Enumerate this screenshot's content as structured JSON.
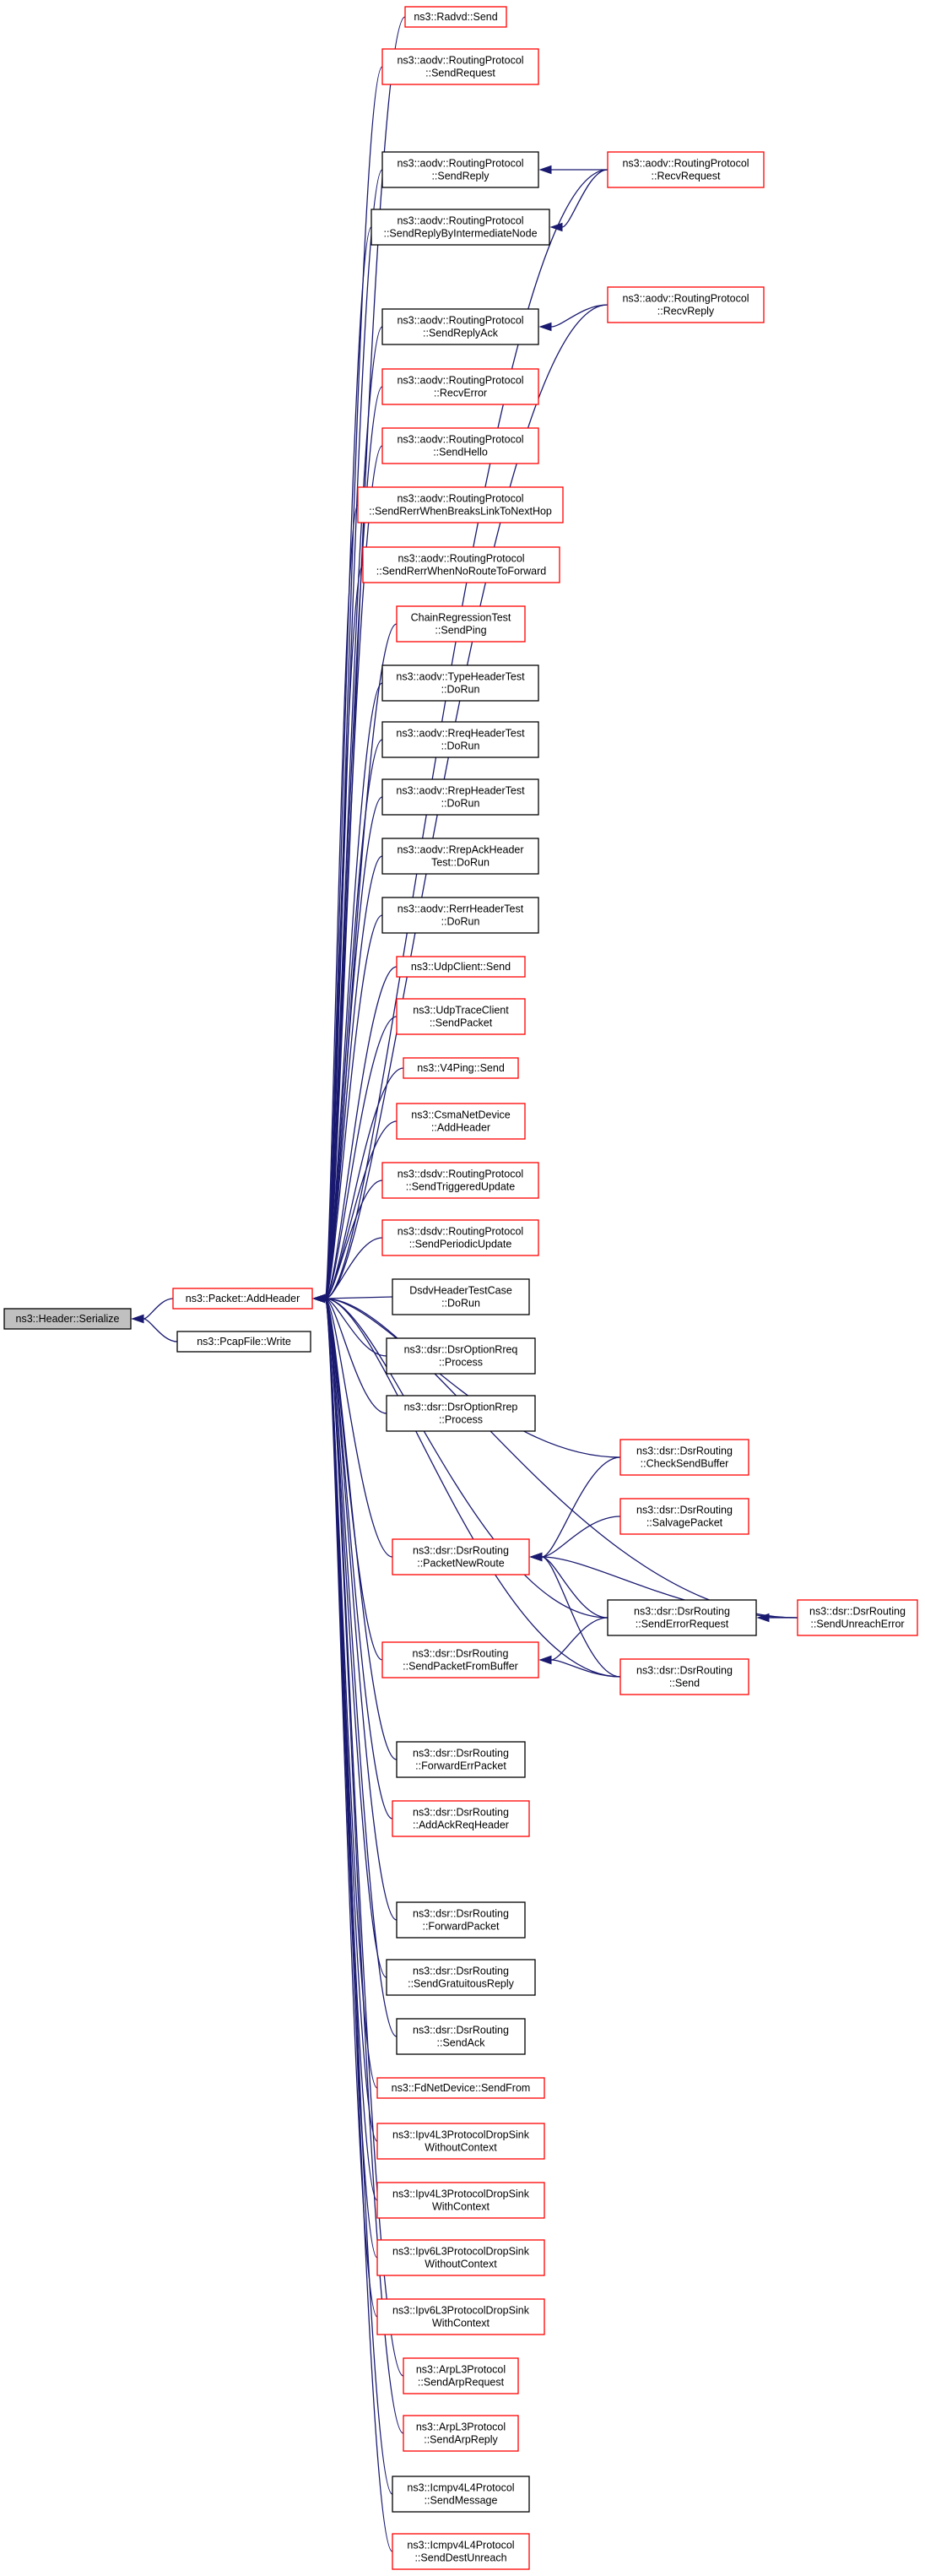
{
  "graph": {
    "edge_color": "#191970",
    "border_colors": {
      "red": "#ff0000",
      "black": "#000000"
    },
    "root_fill": "#c0c0c0",
    "nodes": [
      {
        "id": "serialize",
        "lines": [
          "ns3::Header::Serialize"
        ],
        "border": "black",
        "root": true
      },
      {
        "id": "addheader",
        "lines": [
          "ns3::Packet::AddHeader"
        ],
        "border": "red"
      },
      {
        "id": "pcapwrite",
        "lines": [
          "ns3::PcapFile::Write"
        ],
        "border": "black"
      },
      {
        "id": "radvd_send",
        "lines": [
          "ns3::Radvd::Send"
        ],
        "border": "red"
      },
      {
        "id": "aodv_sendrequest",
        "lines": [
          "ns3::aodv::RoutingProtocol",
          "::SendRequest"
        ],
        "border": "red"
      },
      {
        "id": "aodv_sendreply",
        "lines": [
          "ns3::aodv::RoutingProtocol",
          "::SendReply"
        ],
        "border": "black"
      },
      {
        "id": "aodv_sendreplybyint",
        "lines": [
          "ns3::aodv::RoutingProtocol",
          "::SendReplyByIntermediateNode"
        ],
        "border": "black"
      },
      {
        "id": "aodv_sendreplyack",
        "lines": [
          "ns3::aodv::RoutingProtocol",
          "::SendReplyAck"
        ],
        "border": "black"
      },
      {
        "id": "aodv_recverror",
        "lines": [
          "ns3::aodv::RoutingProtocol",
          "::RecvError"
        ],
        "border": "red"
      },
      {
        "id": "aodv_sendhello",
        "lines": [
          "ns3::aodv::RoutingProtocol",
          "::SendHello"
        ],
        "border": "red"
      },
      {
        "id": "aodv_sendrerrbreaks",
        "lines": [
          "ns3::aodv::RoutingProtocol",
          "::SendRerrWhenBreaksLinkToNextHop"
        ],
        "border": "red"
      },
      {
        "id": "aodv_sendrerrnoroute",
        "lines": [
          "ns3::aodv::RoutingProtocol",
          "::SendRerrWhenNoRouteToForward"
        ],
        "border": "red"
      },
      {
        "id": "chain_sendping",
        "lines": [
          "ChainRegressionTest",
          "::SendPing"
        ],
        "border": "red"
      },
      {
        "id": "typeheadertest",
        "lines": [
          "ns3::aodv::TypeHeaderTest",
          "::DoRun"
        ],
        "border": "black"
      },
      {
        "id": "rreqheadertest",
        "lines": [
          "ns3::aodv::RreqHeaderTest",
          "::DoRun"
        ],
        "border": "black"
      },
      {
        "id": "rrepheadertest",
        "lines": [
          "ns3::aodv::RrepHeaderTest",
          "::DoRun"
        ],
        "border": "black"
      },
      {
        "id": "rrepackheadertest",
        "lines": [
          "ns3::aodv::RrepAckHeader",
          "Test::DoRun"
        ],
        "border": "black"
      },
      {
        "id": "rerrheadertest",
        "lines": [
          "ns3::aodv::RerrHeaderTest",
          "::DoRun"
        ],
        "border": "black"
      },
      {
        "id": "udpclient_send",
        "lines": [
          "ns3::UdpClient::Send"
        ],
        "border": "red"
      },
      {
        "id": "udptraceclient",
        "lines": [
          "ns3::UdpTraceClient",
          "::SendPacket"
        ],
        "border": "red"
      },
      {
        "id": "v4ping_send",
        "lines": [
          "ns3::V4Ping::Send"
        ],
        "border": "red"
      },
      {
        "id": "csma_addheader",
        "lines": [
          "ns3::CsmaNetDevice",
          "::AddHeader"
        ],
        "border": "red"
      },
      {
        "id": "dsdv_triggered",
        "lines": [
          "ns3::dsdv::RoutingProtocol",
          "::SendTriggeredUpdate"
        ],
        "border": "red"
      },
      {
        "id": "dsdv_periodic",
        "lines": [
          "ns3::dsdv::RoutingProtocol",
          "::SendPeriodicUpdate"
        ],
        "border": "red"
      },
      {
        "id": "dsdvheadertest",
        "lines": [
          "DsdvHeaderTestCase",
          "::DoRun"
        ],
        "border": "black"
      },
      {
        "id": "dsroptionrreq",
        "lines": [
          "ns3::dsr::DsrOptionRreq",
          "::Process"
        ],
        "border": "black"
      },
      {
        "id": "dsroptionrrep",
        "lines": [
          "ns3::dsr::DsrOptionRrep",
          "::Process"
        ],
        "border": "black"
      },
      {
        "id": "dsr_packetnewroute",
        "lines": [
          "ns3::dsr::DsrRouting",
          "::PacketNewRoute"
        ],
        "border": "red"
      },
      {
        "id": "dsr_sendpacketfrombuffer",
        "lines": [
          "ns3::dsr::DsrRouting",
          "::SendPacketFromBuffer"
        ],
        "border": "red"
      },
      {
        "id": "dsr_forwarderrpacket",
        "lines": [
          "ns3::dsr::DsrRouting",
          "::ForwardErrPacket"
        ],
        "border": "black"
      },
      {
        "id": "dsr_addackreqheader",
        "lines": [
          "ns3::dsr::DsrRouting",
          "::AddAckReqHeader"
        ],
        "border": "red"
      },
      {
        "id": "dsr_forwardpacket",
        "lines": [
          "ns3::dsr::DsrRouting",
          "::ForwardPacket"
        ],
        "border": "black"
      },
      {
        "id": "dsr_sendgratuitous",
        "lines": [
          "ns3::dsr::DsrRouting",
          "::SendGratuitousReply"
        ],
        "border": "black"
      },
      {
        "id": "dsr_sendack",
        "lines": [
          "ns3::dsr::DsrRouting",
          "::SendAck"
        ],
        "border": "black"
      },
      {
        "id": "fdnetdevice",
        "lines": [
          "ns3::FdNetDevice::SendFrom"
        ],
        "border": "red"
      },
      {
        "id": "ipv4drop_without",
        "lines": [
          "ns3::Ipv4L3ProtocolDropSink",
          "WithoutContext"
        ],
        "border": "red"
      },
      {
        "id": "ipv4drop_with",
        "lines": [
          "ns3::Ipv4L3ProtocolDropSink",
          "WithContext"
        ],
        "border": "red"
      },
      {
        "id": "ipv6drop_without",
        "lines": [
          "ns3::Ipv6L3ProtocolDropSink",
          "WithoutContext"
        ],
        "border": "red"
      },
      {
        "id": "ipv6drop_with",
        "lines": [
          "ns3::Ipv6L3ProtocolDropSink",
          "WithContext"
        ],
        "border": "red"
      },
      {
        "id": "arp_sendrequest",
        "lines": [
          "ns3::ArpL3Protocol",
          "::SendArpRequest"
        ],
        "border": "red"
      },
      {
        "id": "arp_sendreply",
        "lines": [
          "ns3::ArpL3Protocol",
          "::SendArpReply"
        ],
        "border": "red"
      },
      {
        "id": "icmpv4_sendmessage",
        "lines": [
          "ns3::Icmpv4L4Protocol",
          "::SendMessage"
        ],
        "border": "black"
      },
      {
        "id": "icmpv4_senddestunreach",
        "lines": [
          "ns3::Icmpv4L4Protocol",
          "::SendDestUnreach"
        ],
        "border": "red"
      },
      {
        "id": "aodv_recvrequest",
        "lines": [
          "ns3::aodv::RoutingProtocol",
          "::RecvRequest"
        ],
        "border": "red"
      },
      {
        "id": "aodv_recvreply",
        "lines": [
          "ns3::aodv::RoutingProtocol",
          "::RecvReply"
        ],
        "border": "red"
      },
      {
        "id": "dsr_checksendbuffer",
        "lines": [
          "ns3::dsr::DsrRouting",
          "::CheckSendBuffer"
        ],
        "border": "red"
      },
      {
        "id": "dsr_salvagepacket",
        "lines": [
          "ns3::dsr::DsrRouting",
          "::SalvagePacket"
        ],
        "border": "red"
      },
      {
        "id": "dsr_senderrorrequest",
        "lines": [
          "ns3::dsr::DsrRouting",
          "::SendErrorRequest"
        ],
        "border": "black"
      },
      {
        "id": "dsr_send",
        "lines": [
          "ns3::dsr::DsrRouting",
          "::Send"
        ],
        "border": "red"
      },
      {
        "id": "dsr_sendunreacherror",
        "lines": [
          "ns3::dsr::DsrRouting",
          "::SendUnreachError"
        ],
        "border": "red"
      }
    ],
    "edges": [
      [
        "addheader",
        "serialize"
      ],
      [
        "pcapwrite",
        "serialize"
      ],
      [
        "radvd_send",
        "addheader"
      ],
      [
        "aodv_sendrequest",
        "addheader"
      ],
      [
        "aodv_recvrequest",
        "addheader"
      ],
      [
        "aodv_sendreply",
        "addheader"
      ],
      [
        "aodv_sendreplybyint",
        "addheader"
      ],
      [
        "aodv_recvreply",
        "addheader"
      ],
      [
        "aodv_sendreplyack",
        "addheader"
      ],
      [
        "aodv_recverror",
        "addheader"
      ],
      [
        "aodv_sendhello",
        "addheader"
      ],
      [
        "aodv_sendrerrbreaks",
        "addheader"
      ],
      [
        "aodv_sendrerrnoroute",
        "addheader"
      ],
      [
        "chain_sendping",
        "addheader"
      ],
      [
        "typeheadertest",
        "addheader"
      ],
      [
        "rreqheadertest",
        "addheader"
      ],
      [
        "rrepheadertest",
        "addheader"
      ],
      [
        "rrepackheadertest",
        "addheader"
      ],
      [
        "rerrheadertest",
        "addheader"
      ],
      [
        "udpclient_send",
        "addheader"
      ],
      [
        "udptraceclient",
        "addheader"
      ],
      [
        "v4ping_send",
        "addheader"
      ],
      [
        "csma_addheader",
        "addheader"
      ],
      [
        "dsdv_triggered",
        "addheader"
      ],
      [
        "dsdv_periodic",
        "addheader"
      ],
      [
        "dsdvheadertest",
        "addheader"
      ],
      [
        "dsroptionrreq",
        "addheader"
      ],
      [
        "dsroptionrrep",
        "addheader"
      ],
      [
        "dsr_checksendbuffer",
        "addheader"
      ],
      [
        "dsr_packetnewroute",
        "addheader"
      ],
      [
        "dsr_senderrorrequest",
        "addheader"
      ],
      [
        "dsr_sendpacketfrombuffer",
        "addheader"
      ],
      [
        "dsr_send",
        "addheader"
      ],
      [
        "dsr_forwarderrpacket",
        "addheader"
      ],
      [
        "dsr_addackreqheader",
        "addheader"
      ],
      [
        "dsr_sendunreacherror",
        "addheader"
      ],
      [
        "dsr_forwardpacket",
        "addheader"
      ],
      [
        "dsr_sendgratuitous",
        "addheader"
      ],
      [
        "dsr_sendack",
        "addheader"
      ],
      [
        "fdnetdevice",
        "addheader"
      ],
      [
        "ipv4drop_without",
        "addheader"
      ],
      [
        "ipv4drop_with",
        "addheader"
      ],
      [
        "ipv6drop_without",
        "addheader"
      ],
      [
        "ipv6drop_with",
        "addheader"
      ],
      [
        "arp_sendrequest",
        "addheader"
      ],
      [
        "arp_sendreply",
        "addheader"
      ],
      [
        "icmpv4_sendmessage",
        "addheader"
      ],
      [
        "icmpv4_senddestunreach",
        "addheader"
      ],
      [
        "aodv_recvrequest",
        "aodv_sendreply"
      ],
      [
        "aodv_recvrequest",
        "aodv_sendreplybyint"
      ],
      [
        "aodv_recvreply",
        "aodv_sendreplyack"
      ],
      [
        "dsr_checksendbuffer",
        "dsr_packetnewroute"
      ],
      [
        "dsr_salvagepacket",
        "dsr_packetnewroute"
      ],
      [
        "dsr_senderrorrequest",
        "dsr_packetnewroute"
      ],
      [
        "dsr_send",
        "dsr_packetnewroute"
      ],
      [
        "dsr_sendunreacherror",
        "dsr_packetnewroute"
      ],
      [
        "dsr_senderrorrequest",
        "dsr_sendpacketfrombuffer"
      ],
      [
        "dsr_send",
        "dsr_sendpacketfrombuffer"
      ],
      [
        "dsr_sendunreacherror",
        "dsr_senderrorrequest"
      ]
    ]
  }
}
